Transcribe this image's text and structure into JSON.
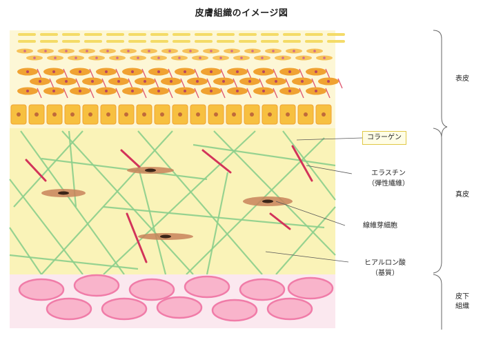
{
  "title": "皮膚組織のイメージ図",
  "labels": {
    "collagen": "コラーゲン",
    "elastin_line1": "エラスチン",
    "elastin_line2": "（弾性繊維）",
    "fibroblast": "線維芽細胞",
    "hyaluronic_line1": "ヒアルロン酸",
    "hyaluronic_line2": "（基質）"
  },
  "layers": {
    "epidermis": "表皮",
    "dermis": "真皮",
    "subcutis_line1": "皮下",
    "subcutis_line2": "組織"
  },
  "colors": {
    "dermis_bg": "#faf3b8",
    "collagen": "#8ccf8c",
    "elastin": "#d2335a",
    "fibroblast": "#c8825a",
    "cell_orange": "#f0a232",
    "fat_pink": "#f07ca8"
  }
}
